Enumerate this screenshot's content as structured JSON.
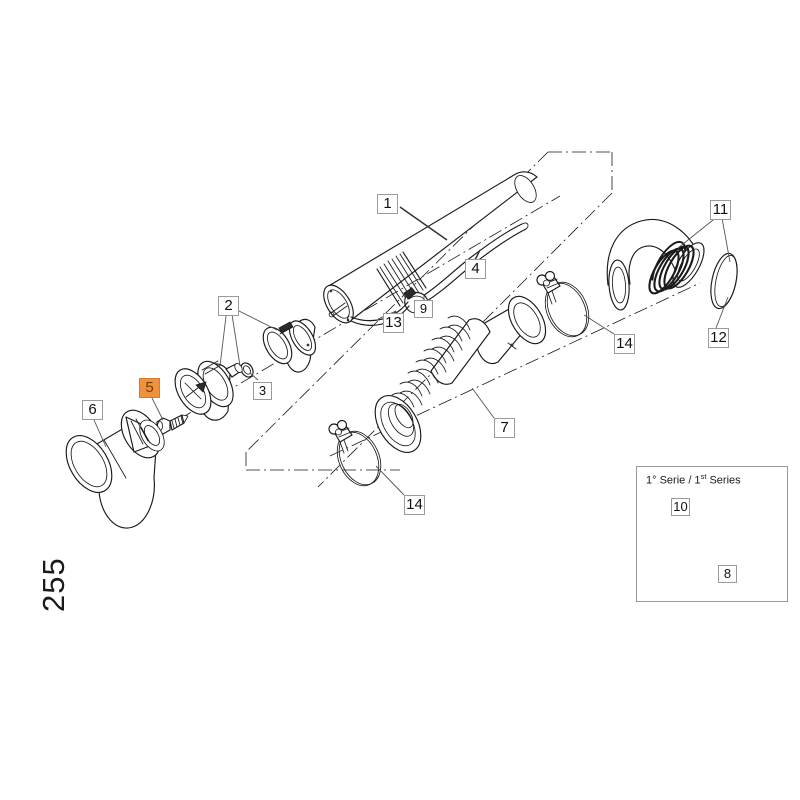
{
  "page": {
    "folio": "255",
    "background_color": "#ffffff",
    "line_color": "#1a1a1a",
    "label_border_color": "#9a9a9a",
    "highlight_color": "#F2913C",
    "highlight_text_color": "#6b3b08"
  },
  "inset": {
    "title_prefix": "1",
    "title_degree": "°",
    "title_middle": " Serie / 1",
    "title_sup": "st",
    "title_suffix": " Series",
    "title_full": "1° Serie / 1st Series",
    "callouts": [
      {
        "id": "inset-callout-10",
        "label": "10"
      },
      {
        "id": "inset-callout-8",
        "label": "8"
      }
    ]
  },
  "callouts": [
    {
      "id": "callout-1",
      "label": "1",
      "highlighted": false,
      "part": "exhaust-muffler-tube"
    },
    {
      "id": "callout-2",
      "label": "2",
      "highlighted": false,
      "part": "coupling-sleeve"
    },
    {
      "id": "callout-3",
      "label": "3",
      "highlighted": false,
      "part": "o-ring-seal"
    },
    {
      "id": "callout-4",
      "label": "4",
      "highlighted": false,
      "part": "retaining-strap"
    },
    {
      "id": "callout-5",
      "label": "5",
      "highlighted": true,
      "part": "threaded-stud-fitting"
    },
    {
      "id": "callout-6",
      "label": "6",
      "highlighted": false,
      "part": "end-cap-canister"
    },
    {
      "id": "callout-7",
      "label": "7",
      "highlighted": false,
      "part": "flexible-bellows-hose"
    },
    {
      "id": "callout-9",
      "label": "9",
      "highlighted": false,
      "part": "bracket-tab"
    },
    {
      "id": "callout-11",
      "label": "11",
      "highlighted": false,
      "part": "elbow-pipe"
    },
    {
      "id": "callout-12",
      "label": "12",
      "highlighted": false,
      "part": "gasket-ring"
    },
    {
      "id": "callout-13",
      "label": "13",
      "highlighted": false,
      "part": "support-rod"
    },
    {
      "id": "callout-14a",
      "label": "14",
      "highlighted": false,
      "part": "hose-clamp-upper"
    },
    {
      "id": "callout-14b",
      "label": "14",
      "highlighted": false,
      "part": "hose-clamp-lower"
    }
  ]
}
